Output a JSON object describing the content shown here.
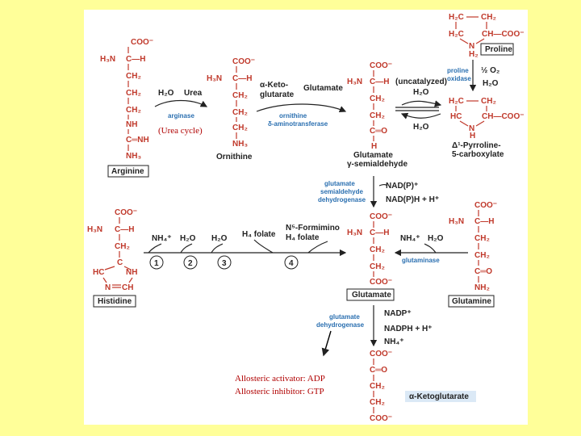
{
  "colors": {
    "background": "#ffff99",
    "panel": "#ffffff",
    "atom": "#c0392b",
    "enzyme": "#2a6fb0",
    "annotation": "#b00000"
  },
  "arginine": {
    "name": "Arginine",
    "coo": "COO⁻",
    "h3n": "H₃N",
    "ch": "C—H",
    "ch2": "CH₂",
    "nh": "NH",
    "cnh": "C═NH",
    "nh3": "NH₃",
    "plus": "+"
  },
  "urea_cycle": "(Urea cycle)",
  "step1": {
    "h2o": "H₂O",
    "urea": "Urea",
    "enzyme": "arginase"
  },
  "ornithine": {
    "name": "Ornithine",
    "coo": "COO⁻",
    "h3n": "H₃N",
    "ch": "C—H",
    "ch2": "CH₂",
    "nh3": "NH₃"
  },
  "step2": {
    "substrate1": "α-Keto-",
    "substrate2": "glutarate",
    "product": "Glutamate",
    "enzyme1": "ornithine",
    "enzyme2": "δ-aminotransferase"
  },
  "gsa": {
    "name1": "Glutamate",
    "name2": "γ-semialdehyde",
    "coo": "COO⁻",
    "h3n": "H₃N",
    "ch": "C—H",
    "ch2": "CH₂",
    "co": "C═O",
    "h": "H"
  },
  "step3": {
    "label": "(uncatalyzed)",
    "h2o_top": "H₂O",
    "h2o_bottom": "H₂O"
  },
  "proline": {
    "name": "Proline",
    "h2c": "H₂C",
    "ch2": "CH₂",
    "ch_coo": "CH—COO⁻",
    "n": "N",
    "h2": "H₂"
  },
  "step4": {
    "enzyme1": "proline",
    "enzyme2": "oxidase",
    "o2": "½ O₂",
    "h2o": "H₂O"
  },
  "p5c": {
    "name1": "Δ¹-Pyrroline-",
    "name2": "5-carboxylate",
    "h2c": "H₂C",
    "ch2": "CH₂",
    "hc": "HC",
    "ch_coo": "CH—COO⁻",
    "n": "N",
    "h": "H"
  },
  "step5": {
    "enzyme1": "glutamate",
    "enzyme2": "semialdehyde",
    "enzyme3": "dehydrogenase",
    "cofactor_in": "NAD(P)⁺",
    "cofactor_out": "NAD(P)H + H⁺"
  },
  "histidine": {
    "name": "Histidine",
    "coo": "COO⁻",
    "h3n": "H₃N",
    "ch": "C—H",
    "ch2": "CH₂",
    "c": "C",
    "hc": "HC",
    "nh": "NH",
    "n": "N",
    "ch_ring": "CH"
  },
  "his_steps": {
    "nh4": "NH₄⁺",
    "h2o_1": "H₂O",
    "h2o_2": "H₂O",
    "h4folate": "H₄ folate",
    "formimino1": "N⁵-Formimino",
    "formimino2": "H₄ folate",
    "c1": "1",
    "c2": "2",
    "c3": "3",
    "c4": "4"
  },
  "glutamate": {
    "name": "Glutamate",
    "coo": "COO⁻",
    "h3n": "H₃N",
    "ch": "C—H",
    "ch2": "CH₂"
  },
  "glutaminase": {
    "nh4": "NH₄⁺",
    "h2o": "H₂O",
    "enzyme": "glutaminase"
  },
  "glutamine": {
    "name": "Glutamine",
    "coo": "COO⁻",
    "h3n": "H₃N",
    "ch": "C—H",
    "ch2": "CH₂",
    "co": "C═O",
    "nh2": "NH₂"
  },
  "gdh": {
    "enzyme1": "glutamate",
    "enzyme2": "dehydrogenase",
    "nadp": "NADP⁺",
    "nadph": "NADPH + H⁺",
    "nh4": "NH₄⁺"
  },
  "akg": {
    "name": "α-Ketoglutarate",
    "coo": "COO⁻",
    "co": "C═O",
    "ch2": "CH₂"
  },
  "annotation": {
    "activator": "Allosteric activator: ADP",
    "inhibitor": "Allosteric inhibitor: GTP"
  }
}
